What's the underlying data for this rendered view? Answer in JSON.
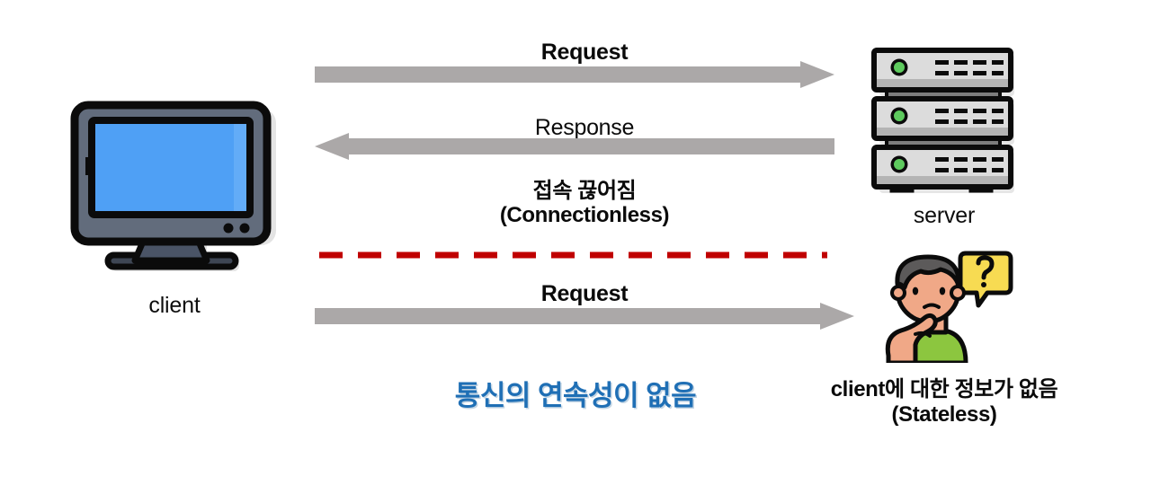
{
  "diagram": {
    "title_caption_left": "통신의 연속성이 없음",
    "nodes": {
      "client": {
        "label": "client",
        "icon": "desktop-monitor-icon"
      },
      "server": {
        "label": "server",
        "icon": "server-rack-icon"
      },
      "confused_person": {
        "icon": "person-thinking-icon"
      }
    },
    "messages": [
      {
        "id": "request-1",
        "label": "Request",
        "direction": "right",
        "bold": true
      },
      {
        "id": "response-1",
        "label": "Response",
        "direction": "left",
        "bold": false
      },
      {
        "id": "request-2",
        "label": "Request",
        "direction": "right",
        "bold": true
      }
    ],
    "disconnect": {
      "line_style": "dashed",
      "color": "#C00000",
      "label_ko": "접속 끊어짐",
      "label_en": "(Connectionless)"
    },
    "stateless": {
      "label_ko": "client에 대한 정보가 없음",
      "label_en": "(Stateless)"
    },
    "colors": {
      "arrow_gray": "#ABA8A8",
      "dashed_red": "#C00000",
      "caption_blue": "#1F6FB5",
      "screen_blue": "#4FA0F5",
      "monitor_body": "#5A6472",
      "server_body": "#D6D6D6",
      "led_green": "#4CAF50",
      "skin": "#F0A887",
      "shirt_green": "#8CC63F",
      "hair_gray": "#5C5A5A",
      "bubble_yellow": "#F7DB52"
    }
  }
}
